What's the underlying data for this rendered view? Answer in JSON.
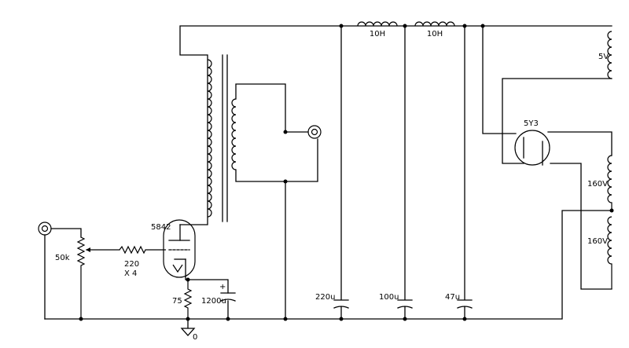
{
  "labels": {
    "choke_1": "10H",
    "choke_2": "10H",
    "winding_5v": "5V",
    "rectifier": "5Y3",
    "winding_160v_top": "160V",
    "winding_160v_bottom": "160V",
    "tube": "5842",
    "pot": "50k",
    "grid_resistor": "220",
    "grid_resistor_mult": "X 4",
    "cathode_resistor": "75",
    "cathode_cap": "1200u",
    "cap_220": "220u",
    "cap_100": "100u",
    "cap_47": "47u",
    "ground": "0",
    "plus_sign": "+"
  },
  "colors": {
    "ink": "#000000",
    "paper": "#ffffff"
  }
}
